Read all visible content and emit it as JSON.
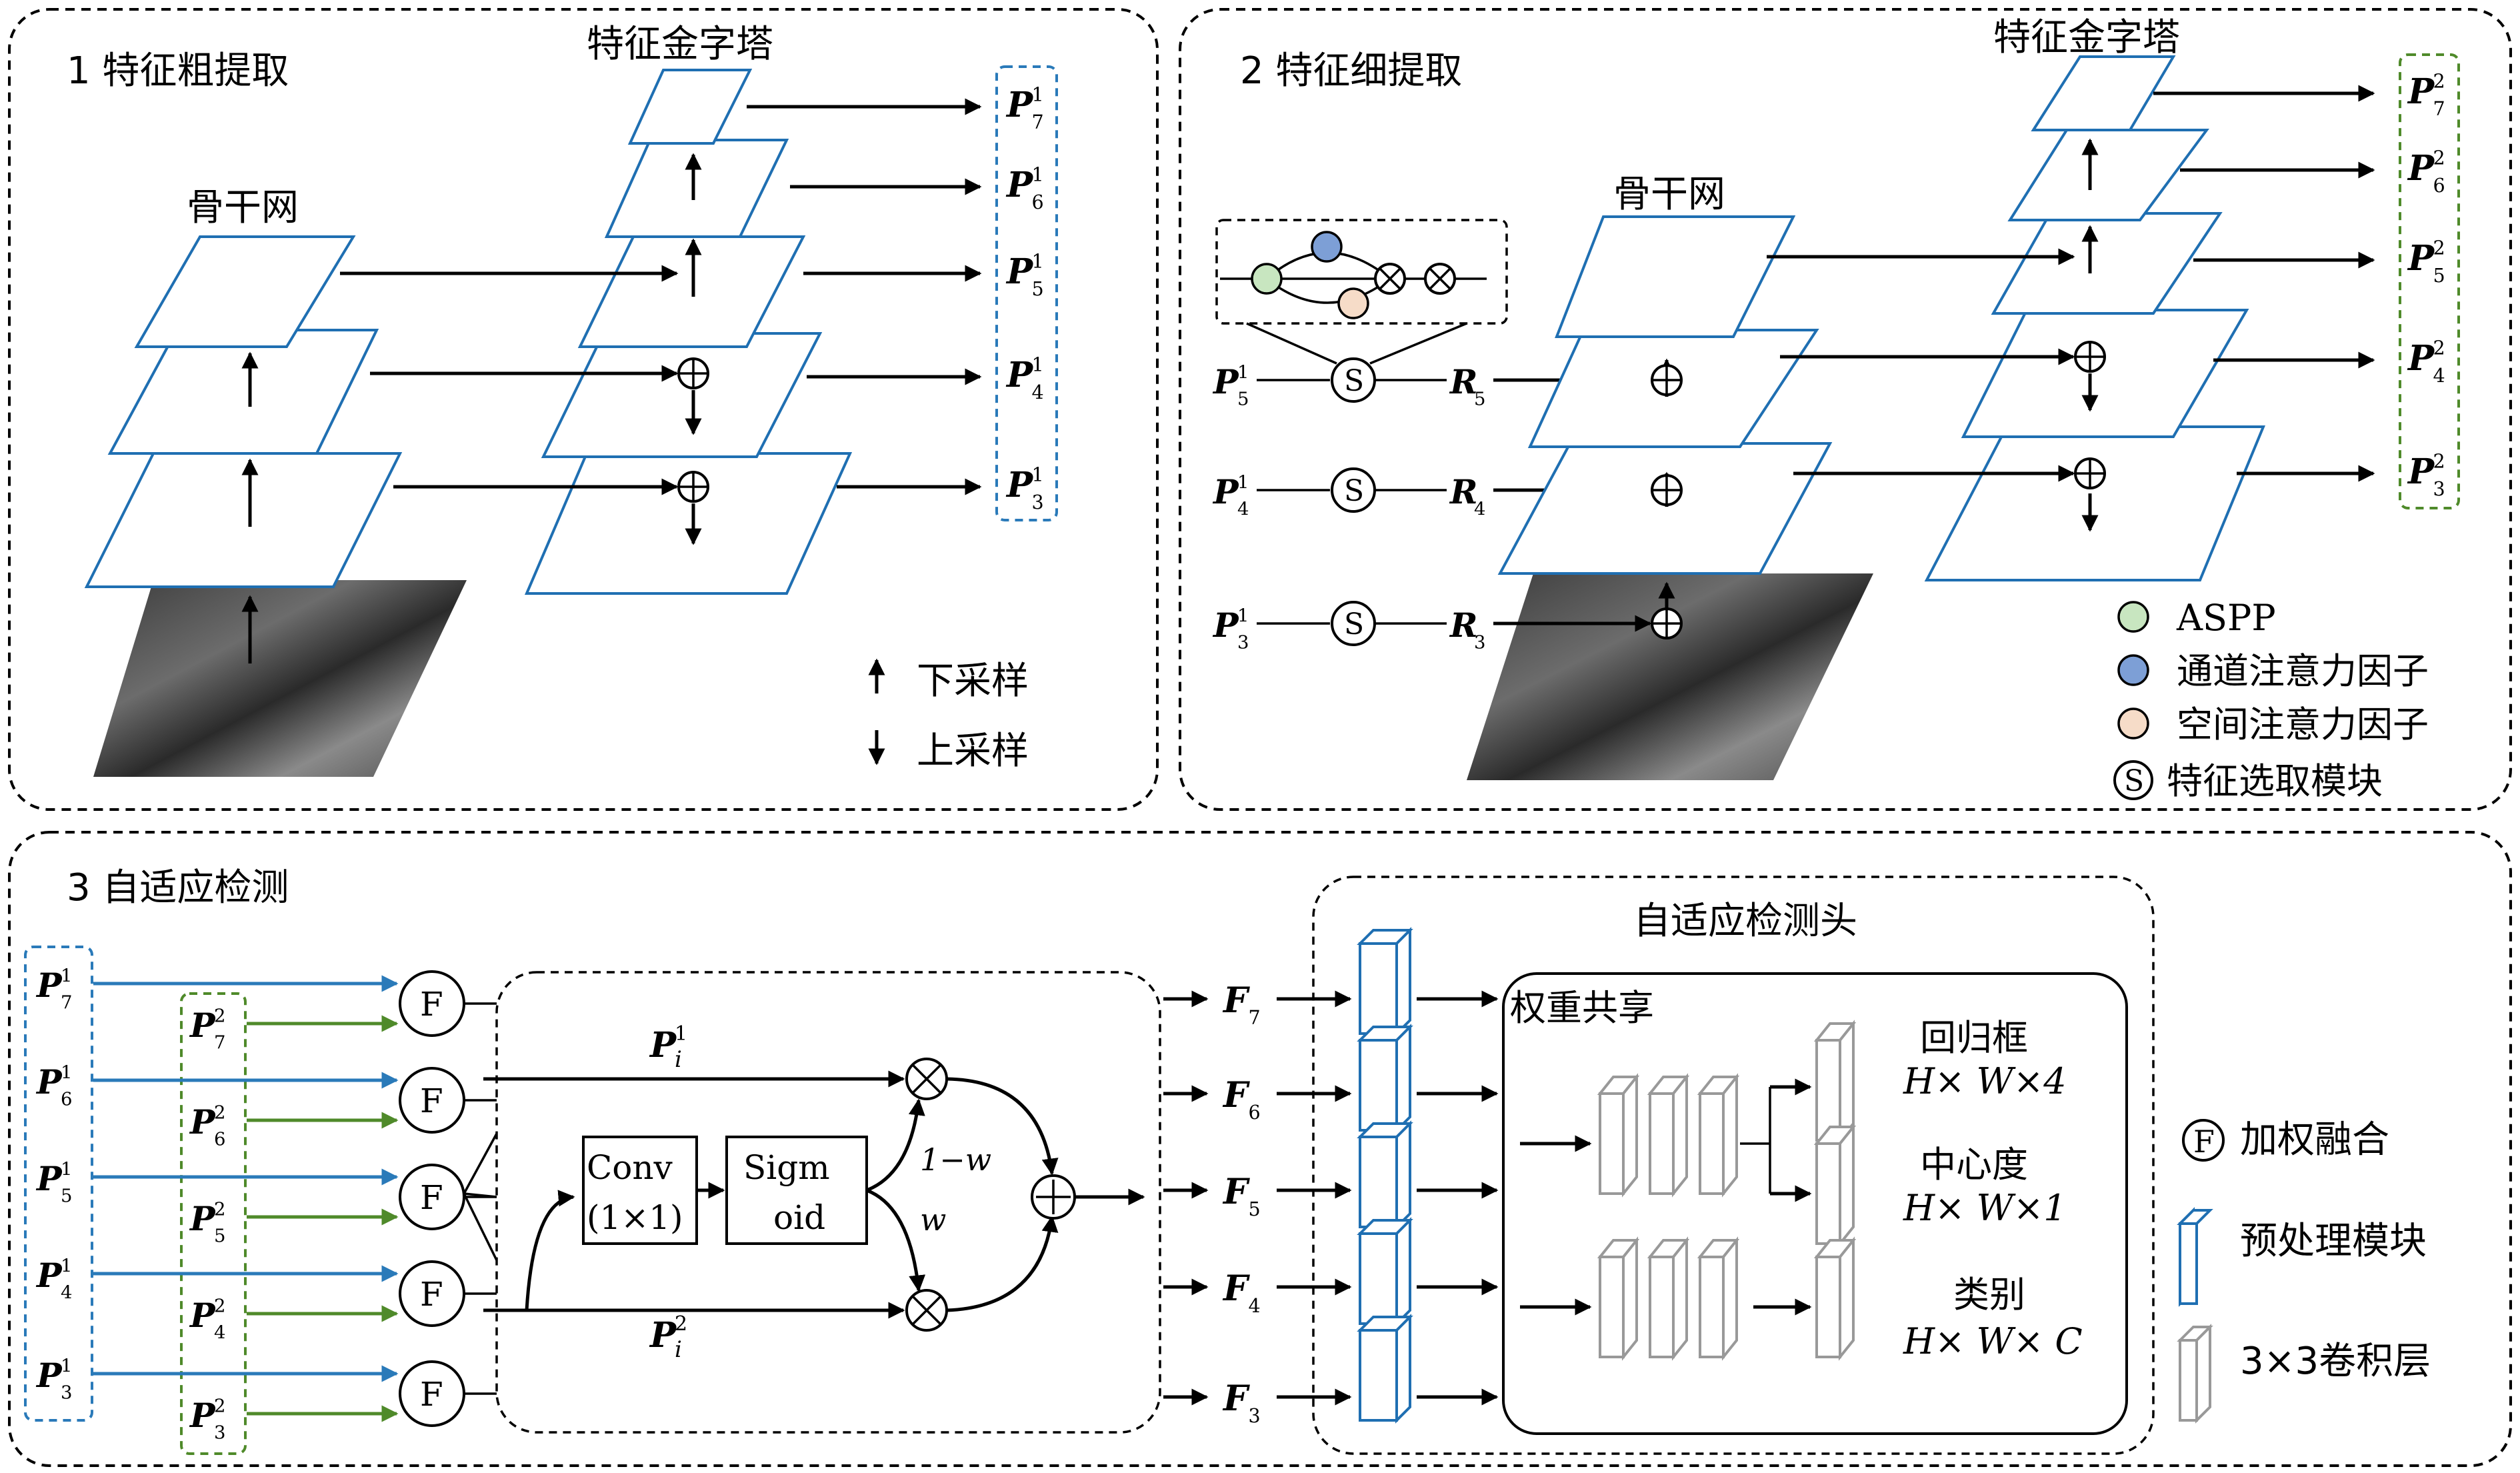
{
  "panels": {
    "p1": {
      "title": "1  特征粗提取",
      "backbone": "骨干网",
      "pyramid": "特征金字塔"
    },
    "p2": {
      "title": "2  特征细提取",
      "backbone": "骨干网",
      "pyramid": "特征金字塔"
    },
    "p3": {
      "title": "3  自适应检测",
      "head": "自适应检测头",
      "weight_share": "权重共享"
    }
  },
  "legend1": {
    "down": "下采样",
    "up": "上采样"
  },
  "legend2": {
    "aspp": "ASPP",
    "channel": "通道注意力因子",
    "spatial": "空间注意力因子",
    "select": "特征选取模块"
  },
  "legend3": {
    "fuse": "加权融合",
    "preproc": "预处理模块",
    "conv": "3×3卷积层"
  },
  "symbols": {
    "P": "P",
    "R": "R",
    "F": "F",
    "S": "S",
    "Fc": "F",
    "sup1": "1",
    "sup2": "2",
    "sub_i": "i",
    "plus": "+",
    "times": "×"
  },
  "levels": [
    "7",
    "6",
    "5",
    "4",
    "3"
  ],
  "r_levels": [
    "5",
    "4",
    "3"
  ],
  "fusion": {
    "conv": "Conv",
    "conv2": "(1×1)",
    "sig1": "Sigm",
    "sig2": "oid",
    "w1": "1−w",
    "w2": "w"
  },
  "head": {
    "cls1": "回归框",
    "dim1": "H× W×4",
    "cls2": "中心度",
    "dim2": "H× W×1",
    "cls3": "类别",
    "dim3": "H× W× C"
  },
  "colors": {
    "plane": "#1f6fb2",
    "blue_line": "#2a7ab9",
    "green_line": "#4f8a2a",
    "aspp": "#c8e6c0",
    "channel": "#7d9fd6",
    "spatial": "#f6dcc8",
    "gray": "#999999"
  }
}
